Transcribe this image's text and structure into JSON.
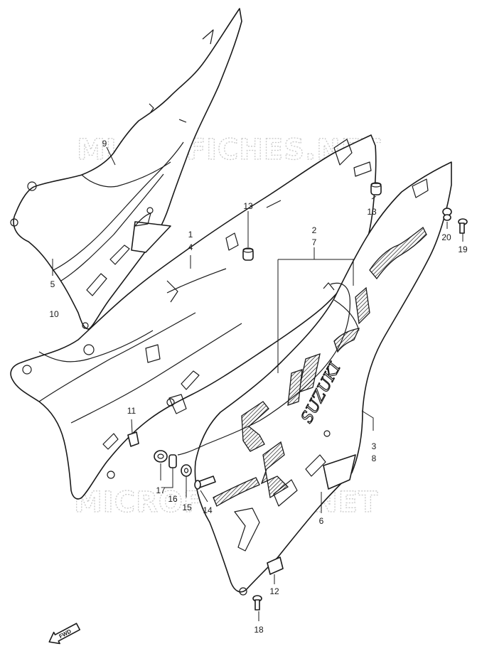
{
  "watermark": {
    "text": "MICROFICHES.NET"
  },
  "brand_mark": {
    "text": "SUZUKI"
  },
  "fwd_arrow": {
    "label": "FWD"
  },
  "callouts": [
    {
      "id": "c9",
      "label": "9"
    },
    {
      "id": "c5",
      "label": "5"
    },
    {
      "id": "c10",
      "label": "10"
    },
    {
      "id": "c13a",
      "label": "13"
    },
    {
      "id": "c1",
      "label": "1"
    },
    {
      "id": "c4",
      "label": "4"
    },
    {
      "id": "c13b",
      "label": "13"
    },
    {
      "id": "c2",
      "label": "2"
    },
    {
      "id": "c7",
      "label": "7"
    },
    {
      "id": "c20",
      "label": "20"
    },
    {
      "id": "c19",
      "label": "19"
    },
    {
      "id": "c11",
      "label": "11"
    },
    {
      "id": "c3",
      "label": "3"
    },
    {
      "id": "c8",
      "label": "8"
    },
    {
      "id": "c17",
      "label": "17"
    },
    {
      "id": "c16",
      "label": "16"
    },
    {
      "id": "c15",
      "label": "15"
    },
    {
      "id": "c14",
      "label": "14"
    },
    {
      "id": "c6",
      "label": "6"
    },
    {
      "id": "c12",
      "label": "12"
    },
    {
      "id": "c18",
      "label": "18"
    }
  ]
}
